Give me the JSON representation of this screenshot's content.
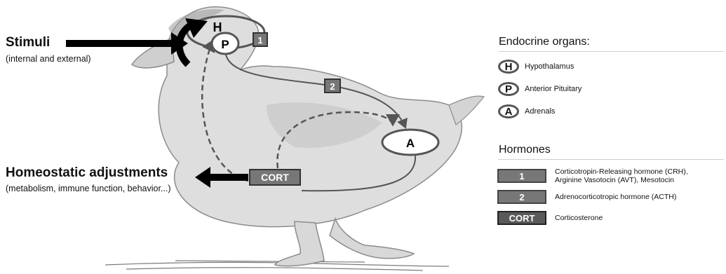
{
  "labels": {
    "stimuli_title": "Stimuli",
    "stimuli_sub": "(internal and external)",
    "homeostatic_title": "Homeostatic adjustments",
    "homeostatic_sub": "(metabolism, immune function, behavior...)"
  },
  "diagram": {
    "node_h": "H",
    "node_p": "P",
    "node_a": "A",
    "tag_1": "1",
    "tag_2": "2",
    "tag_cort": "CORT"
  },
  "legend": {
    "organs_heading": "Endocrine organs:",
    "organs": [
      {
        "symbol": "H",
        "label": "Hypothalamus"
      },
      {
        "symbol": "P",
        "label": "Anterior Pituitary"
      },
      {
        "symbol": "A",
        "label": "Adrenals"
      }
    ],
    "hormones_heading": "Hormones",
    "hormones": [
      {
        "symbol": "1",
        "label_line1": "Corticotropin-Releasing hormone (CRH),",
        "label_line2": "Arginine Vasotocin (AVT), Mesotocin"
      },
      {
        "symbol": "2",
        "label_line1": "Adrenocorticotropic hormone (ACTH)",
        "label_line2": ""
      },
      {
        "symbol": "CORT",
        "label_line1": "Corticosterone",
        "label_line2": ""
      }
    ]
  },
  "colors": {
    "bird_fill": "#d9d9d9",
    "bird_outline": "#8a8a8a",
    "pathway_line": "#555555",
    "badge_fill": "#777777",
    "arrow_black": "#000000"
  }
}
